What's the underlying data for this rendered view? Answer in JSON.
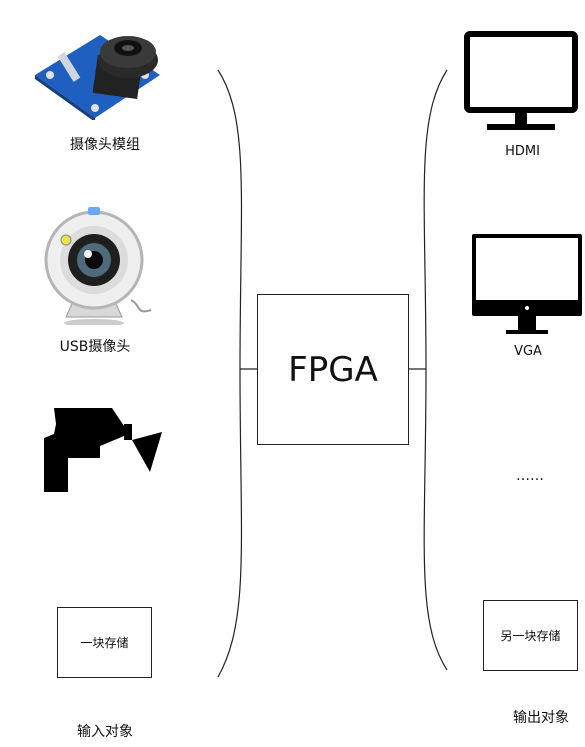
{
  "inputs": {
    "camera_module": "摄像头模组",
    "usb_camera": "USB摄像头",
    "storage": "一块存储",
    "group_title": "输入对象"
  },
  "center": {
    "label": "FPGA"
  },
  "outputs": {
    "hdmi": "HDMI",
    "vga": "VGA",
    "ellipsis": "……",
    "storage": "另一块存储",
    "group_title": "输出对象"
  },
  "colors": {
    "stroke": "#222222",
    "camera_board": "#1f5fbf",
    "lens": "#333333"
  }
}
